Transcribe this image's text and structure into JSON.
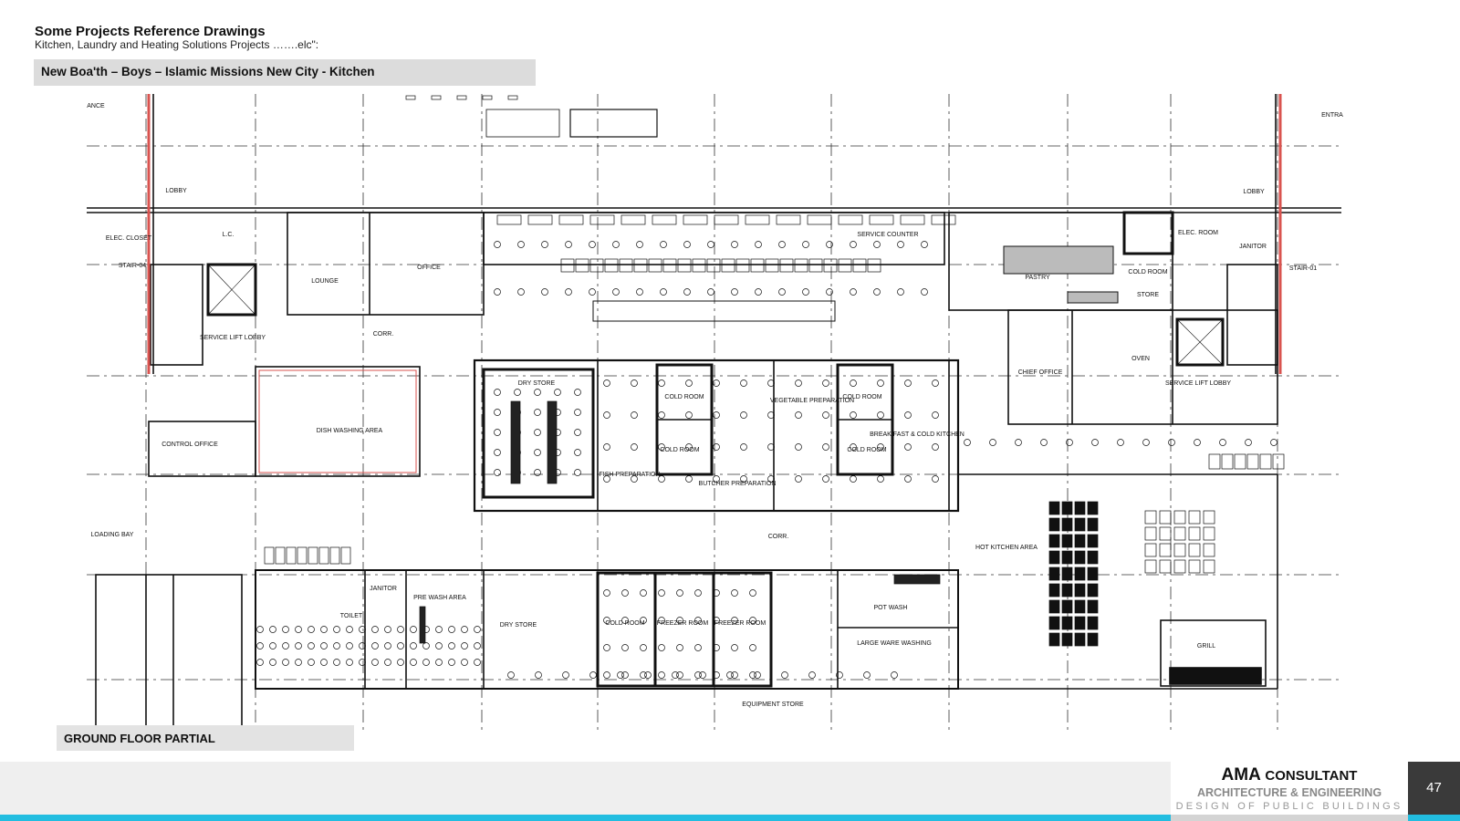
{
  "header": {
    "title": "Some Projects Reference Drawings",
    "subtitle": "Kitchen, Laundry and Heating Solutions Projects …….elc\":",
    "project": "New Boa'th – Boys – Islamic Missions New City - Kitchen"
  },
  "plan": {
    "caption": "GROUND FLOOR PARTIAL",
    "labels": [
      "LOBBY",
      "ELEC. CLOSET",
      "L.C.",
      "STAIR-04",
      "SERVICE LIFT LOBBY",
      "LOUNGE",
      "OFFICE",
      "CORR.",
      "DISH WASHING AREA",
      "CONTROL OFFICE",
      "DRY STORE",
      "COLD ROOM",
      "COLD ROOM",
      "FISH PREPARATION",
      "BUTCHER PREPARATION",
      "VEGETABLE PREPARATION",
      "COLD ROOM",
      "COLD ROOM",
      "BREAK FAST & COLD KITCHEN",
      "SERVICE COUNTER",
      "PASTRY",
      "COLD ROOM",
      "STORE",
      "ELEC. ROOM",
      "JANITOR",
      "LOBBY",
      "STAIR-01",
      "CHIEF OFFICE",
      "OVEN",
      "SERVICE LIFT LOBBY",
      "CORR.",
      "HOT KITCHEN AREA",
      "LOADING BAY",
      "JANITOR",
      "PRE WASH AREA",
      "TOILET",
      "DRY STORE",
      "COLD ROOM",
      "FREEZER ROOM",
      "FREEZER ROOM",
      "POT WASH",
      "LARGE WARE WASHING",
      "GRILL",
      "EQUIPMENT STORE",
      "ANCE",
      "ENTRA"
    ]
  },
  "footer": {
    "brand": "AMA",
    "brand_rest": "CONSULTANT",
    "line2": "ARCHITECTURE & ENGINEERING",
    "line3": "DESIGN OF PUBLIC BUILDINGS",
    "page": "47"
  },
  "colors": {
    "accent": "#22bde0",
    "wall_red": "#d9534f",
    "page_box": "#3a3a3a"
  }
}
